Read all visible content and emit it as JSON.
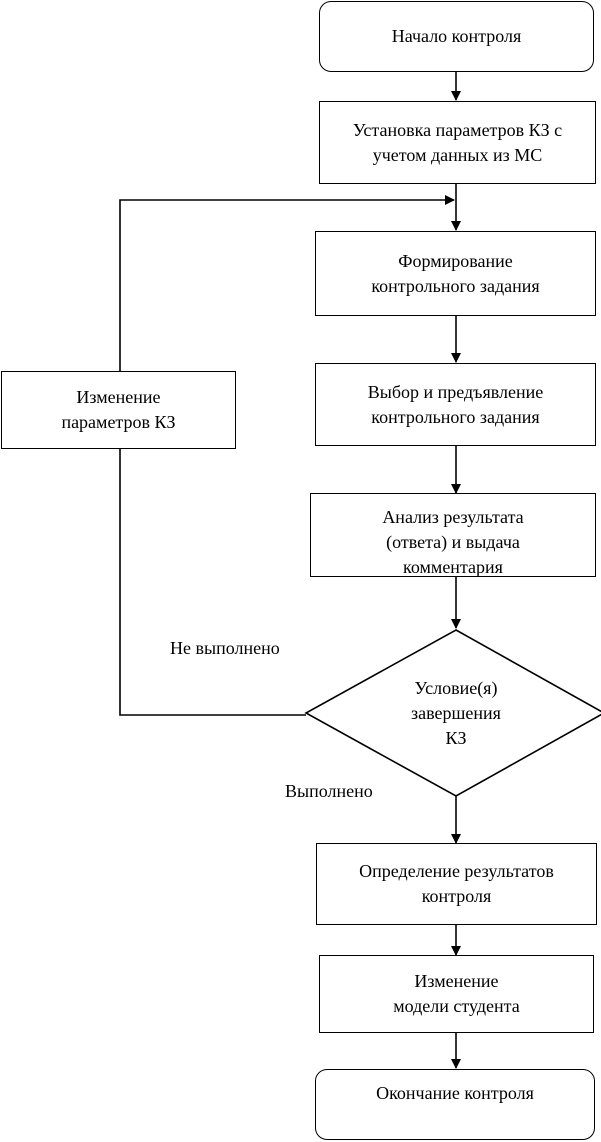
{
  "nodes": {
    "start": "Начало контроля",
    "set_params": "Установка параметров КЗ с\nучетом данных из МС",
    "form_task": "Формирование\nконтрольного задания",
    "select_task": "Выбор и предъявление\nконтрольного задания",
    "analyze": "Анализ результата\n(ответа) и выдача\nкомментария",
    "condition": "Условие(я)\nзавершения\nКЗ",
    "change_params": "Изменение\nпараметров КЗ",
    "determine_results": "Определение результатов\nконтроля",
    "change_model": "Изменение\nмодели студента",
    "end": "Окончание контроля"
  },
  "edge_labels": {
    "not_done": "Не выполнено",
    "done": "Выполнено"
  }
}
